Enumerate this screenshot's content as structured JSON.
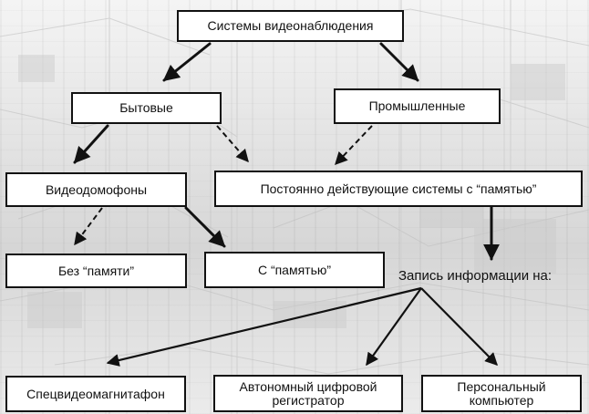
{
  "diagram": {
    "nodes": {
      "root": "Системы видеонаблюдения",
      "household": "Бытовые",
      "industrial": "Промышленные",
      "intercoms": "Видеодомофоны",
      "permanent": "Постоянно действующие системы с “памятью”",
      "without_memory": "Без “памяти”",
      "with_memory": "С “памятью”",
      "recording_on": "Запись информации на:",
      "vcr": "Спецвидеомагнитафон",
      "dvr_line1": "Автономный цифровой",
      "dvr_line2": "регистратор",
      "pc_line1": "Персональный",
      "pc_line2": "компьютер"
    },
    "edges": [
      {
        "from": "root",
        "to": "household",
        "style": "solid"
      },
      {
        "from": "root",
        "to": "industrial",
        "style": "solid"
      },
      {
        "from": "household",
        "to": "intercoms",
        "style": "solid"
      },
      {
        "from": "household",
        "to": "permanent",
        "style": "dashed"
      },
      {
        "from": "industrial",
        "to": "permanent",
        "style": "dashed"
      },
      {
        "from": "intercoms",
        "to": "without_memory",
        "style": "dashed"
      },
      {
        "from": "intercoms",
        "to": "with_memory",
        "style": "solid"
      },
      {
        "from": "permanent",
        "to": "recording_on",
        "style": "solid"
      },
      {
        "from": "recording_on",
        "to": "vcr",
        "style": "solid"
      },
      {
        "from": "recording_on",
        "to": "dvr",
        "style": "solid"
      },
      {
        "from": "recording_on",
        "to": "pc",
        "style": "solid"
      }
    ],
    "colors": {
      "line": "#111111",
      "box_fill": "#ffffff",
      "background": "#e2e2e2"
    }
  }
}
